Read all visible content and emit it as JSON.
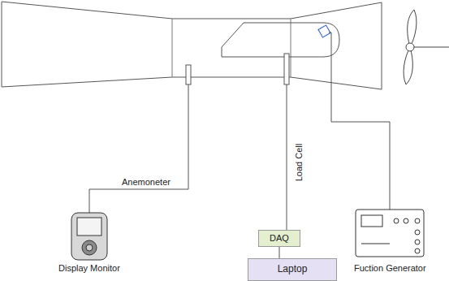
{
  "diagram": {
    "nodes": [
      {
        "text": [
          "DAQ"
        ]
      },
      {
        "text": [
          "Laptop"
        ]
      }
    ],
    "edges": [
      {
        "from": 0,
        "to": 1,
        "arrow": "none"
      }
    ],
    "labels": [
      "Anemoneter",
      "Load Cell",
      "Display Monitor",
      "Fuction Generator"
    ]
  }
}
